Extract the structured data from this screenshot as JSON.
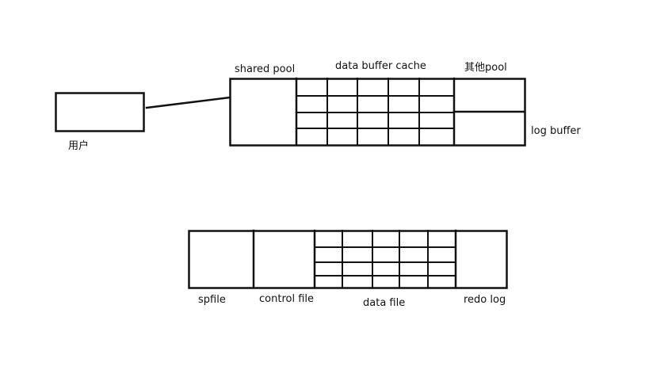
{
  "user": {
    "label": "用户"
  },
  "sga": {
    "shared_pool": "shared pool",
    "data_buffer_cache": "data buffer cache",
    "other_pool": "其他pool",
    "log_buffer": "log buffer"
  },
  "files": {
    "spfile": "spfile",
    "control_file": "control file",
    "data_file": "data file",
    "redo_log": "redo log"
  },
  "style": {
    "line_color": "#111111"
  }
}
